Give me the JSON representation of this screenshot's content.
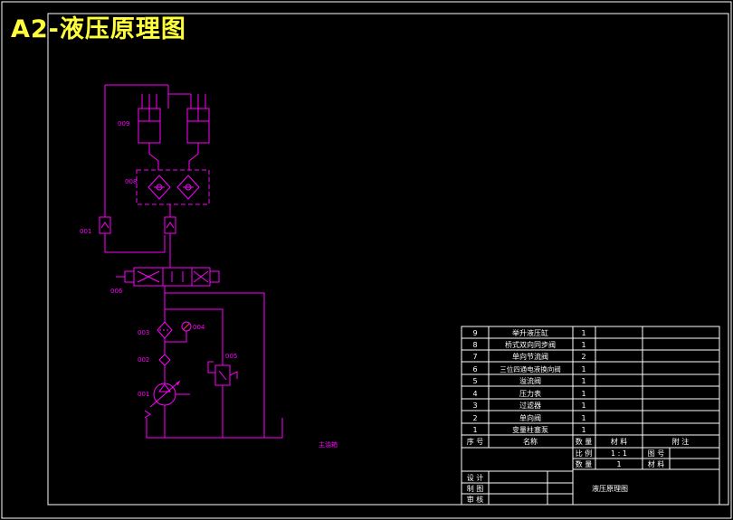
{
  "drawing": {
    "title": "A2-液压原理图",
    "tank_label": "主油箱",
    "colors": {
      "background": "#000000",
      "frame": "#ffffff",
      "circuit": "#ff00ff",
      "title": "#ffff3a",
      "label": "#ff00ff",
      "table_text": "#ffffff",
      "gauge_accent": "#ff3b3b"
    },
    "component_labels": {
      "lift_cylinders": "009",
      "bridge_valve": "008",
      "check_valve_left": "001",
      "directional_valve": "006",
      "filter": "003",
      "pressure_gauge": "004",
      "check_valve_pump": "002",
      "relief_valve": "005",
      "pump": "001"
    }
  },
  "parts_list": {
    "rows": [
      {
        "no": "9",
        "name": "举升液压缸",
        "qty": "1"
      },
      {
        "no": "8",
        "name": "桥式双向同步阀",
        "qty": "1"
      },
      {
        "no": "7",
        "name": "单向节流阀",
        "qty": "2"
      },
      {
        "no": "6",
        "name": "三位四通电液换向阀",
        "qty": "1"
      },
      {
        "no": "5",
        "name": "溢流阀",
        "qty": "1"
      },
      {
        "no": "4",
        "name": "压力表",
        "qty": "1"
      },
      {
        "no": "3",
        "name": "过滤器",
        "qty": "1"
      },
      {
        "no": "2",
        "name": "单向阀",
        "qty": "1"
      },
      {
        "no": "1",
        "name": "变量柱塞泵",
        "qty": "1"
      }
    ],
    "header": {
      "no": "序 号",
      "name": "名称",
      "qty": "数 量",
      "material": "材 料",
      "remark": "附 注"
    }
  },
  "title_block": {
    "scale_label": "比 例",
    "scale_value": "1 : 1",
    "drawing_no_label": "图 号",
    "quantity_label": "数 量",
    "quantity_value": "1",
    "material_label": "材 料",
    "design_label": "设 计",
    "draw_label": "制 图",
    "review_label": "审 核",
    "drawing_name": "液压原理图"
  }
}
